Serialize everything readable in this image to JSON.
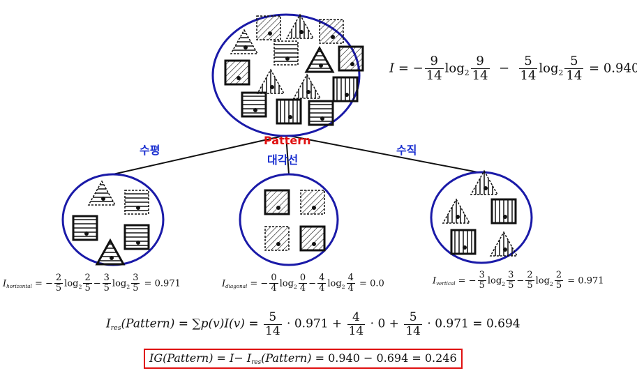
{
  "branch_labels": {
    "root": "Pattern",
    "left": "수평",
    "middle": "대각선",
    "right": "수직"
  },
  "colors": {
    "circle_stroke": "#1a1aa8",
    "root_label": "#e01010",
    "branch_label": "#1a2fd0",
    "result_box": "#e01010"
  },
  "equations": {
    "root_entropy": {
      "lhs": "I",
      "n1": "9",
      "d1": "14",
      "n2": "9",
      "d2": "14",
      "n3": "5",
      "d3": "14",
      "n4": "5",
      "d4": "14",
      "value": "0.940"
    },
    "horizontal": {
      "sym": "I",
      "sub": "horizontal",
      "n1": "2",
      "d1": "5",
      "n2": "2",
      "d2": "5",
      "n3": "3",
      "d3": "5",
      "n4": "3",
      "d4": "5",
      "value": "0.971"
    },
    "diagonal": {
      "sym": "I",
      "sub": "diagonal",
      "n1": "0",
      "d1": "4",
      "n2": "0",
      "d2": "4",
      "n3": "4",
      "d3": "4",
      "n4": "4",
      "d4": "4",
      "value": "0.0"
    },
    "vertical": {
      "sym": "I",
      "sub": "vertical",
      "n1": "3",
      "d1": "5",
      "n2": "3",
      "d2": "5",
      "n3": "2",
      "d3": "5",
      "n4": "2",
      "d4": "5",
      "value": "0.971"
    },
    "residual": {
      "lhs": "I",
      "sub": "res",
      "arg": "(Pattern)",
      "body": "∑p(v)I(v)",
      "f1n": "5",
      "f1d": "14",
      "v1": "0.971",
      "f2n": "4",
      "f2d": "14",
      "v2": "0",
      "f3n": "5",
      "f3d": "14",
      "v3": "0.971",
      "value": "0.694"
    },
    "gain": {
      "lhs": "IG(Pattern)",
      "mid": "I−",
      "sub": "res",
      "arg": "(Pattern)",
      "rhs": "= 0.940 − 0.694 = 0.246"
    }
  },
  "nodes": {
    "root": [
      "triangle-dashed-horizontal",
      "square-dashed-diagonal",
      "triangle-dashed-vertical",
      "square-dashed-diagonal",
      "square-dashed-horizontal",
      "triangle-solid-horizontal",
      "square-solid-diagonal",
      "square-solid-diagonal",
      "triangle-dashed-vertical",
      "triangle-dashed-vertical",
      "square-solid-vertical",
      "square-solid-horizontal",
      "square-solid-vertical",
      "square-solid-horizontal"
    ],
    "horizontal": [
      "triangle-dashed-horizontal",
      "square-dashed-horizontal",
      "square-solid-horizontal",
      "square-solid-horizontal",
      "triangle-solid-horizontal"
    ],
    "diagonal": [
      "square-solid-diagonal",
      "square-dashed-diagonal",
      "square-dashed-diagonal",
      "square-solid-diagonal"
    ],
    "vertical": [
      "triangle-dashed-vertical",
      "triangle-dashed-vertical",
      "square-solid-vertical",
      "square-solid-vertical",
      "triangle-dashed-vertical"
    ]
  }
}
